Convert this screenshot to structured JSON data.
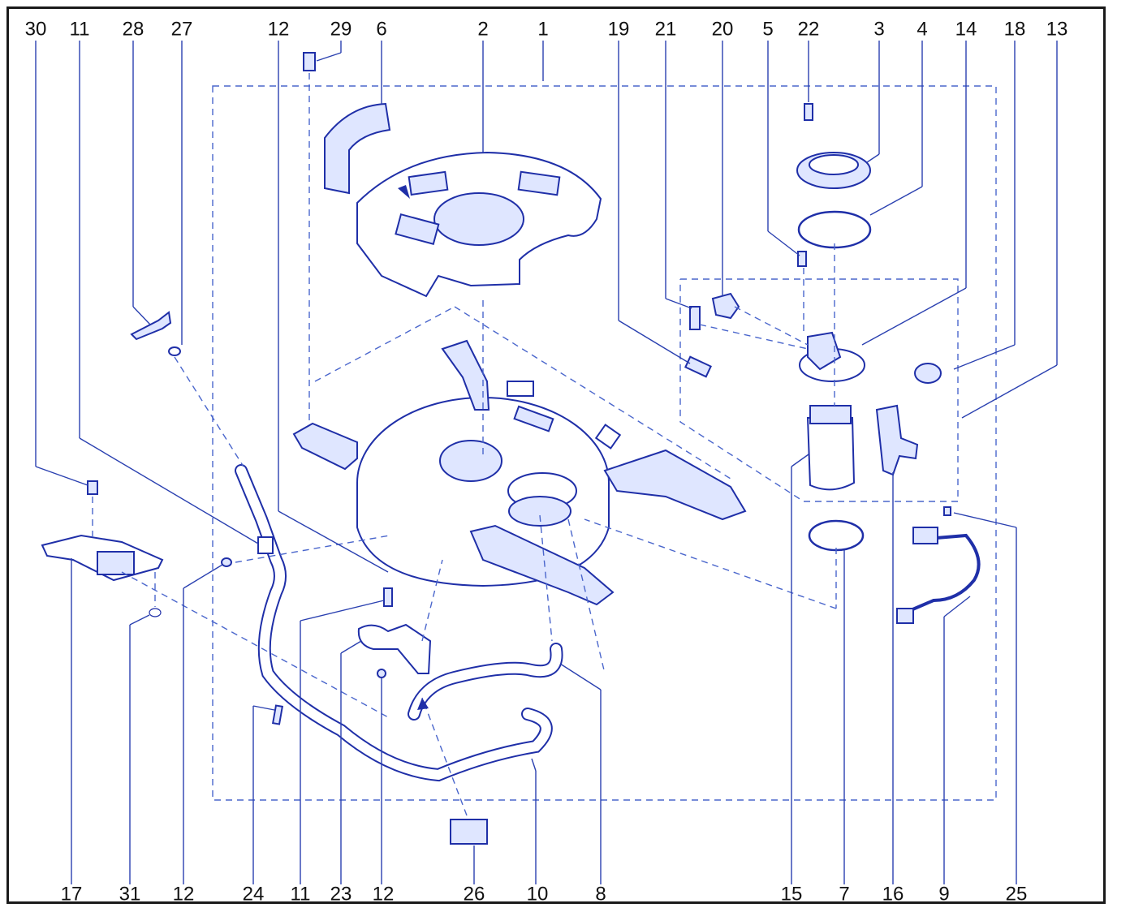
{
  "callouts_top": [
    "30",
    "11",
    "28",
    "27",
    "12",
    "29",
    "6",
    "2",
    "1",
    "19",
    "21",
    "20",
    "5",
    "22",
    "3",
    "4",
    "14",
    "18",
    "13"
  ],
  "callouts_bottom": [
    "17",
    "31",
    "12",
    "24",
    "11",
    "23",
    "12",
    "26",
    "10",
    "8",
    "15",
    "7",
    "16",
    "9",
    "25"
  ],
  "colors": {
    "line": "#1f2fa8",
    "fill": "#dfe6ff",
    "frame": "#1a1a1a"
  }
}
